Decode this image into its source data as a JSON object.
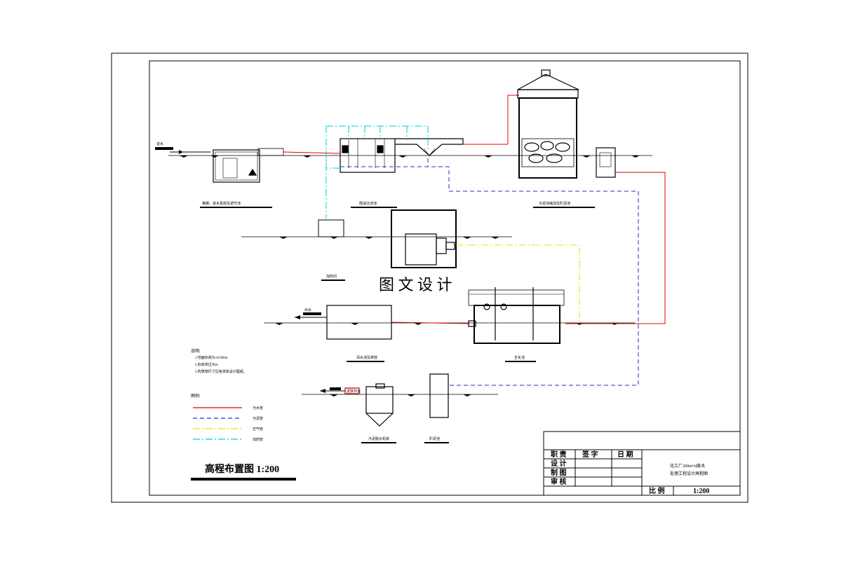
{
  "watermark": "图 文 设 计",
  "drawing_title": "高程布置图 1:200",
  "notes": {
    "heading": "说明:",
    "lines": [
      "1.地面标高为±0.000m",
      "2.标高单位为m",
      "3.构筑物尺寸见各单体设计图纸。"
    ]
  },
  "legend": {
    "heading": "图例:",
    "items": [
      {
        "label": "污水管",
        "color": "#e00000",
        "dash": ""
      },
      {
        "label": "污泥管",
        "color": "#2030d0",
        "dash": "6 4"
      },
      {
        "label": "空气管",
        "color": "#e6e600",
        "dash": "10 3 2 3"
      },
      {
        "label": "加药管",
        "color": "#00d0d0",
        "dash": "10 3 2 3"
      }
    ]
  },
  "unit_labels": {
    "screen_well": "格栅、进水泵房及调节池",
    "oil_sep": "隔油沉淀池",
    "sludge_tank": "污泥浓缩池及贮泥池",
    "dosing_house": "加药间",
    "clear_pool": "清水池及排放",
    "bio_tank": "生化池",
    "filter_press": "污泥脱水机房",
    "sludge_well": "贮泥池"
  },
  "flow_labels": {
    "inflow": "进水",
    "outflow": "出水",
    "cake_out": "泥饼外运"
  },
  "title_block": {
    "headers": [
      "职  责",
      "签  字",
      "日  期"
    ],
    "rows": [
      "设  计",
      "制  图",
      "审  核"
    ],
    "project": [
      "化工厂200m³/d废水",
      "处理工程设计高程图"
    ],
    "scale_label": "比  例",
    "scale_value": "1:200"
  }
}
